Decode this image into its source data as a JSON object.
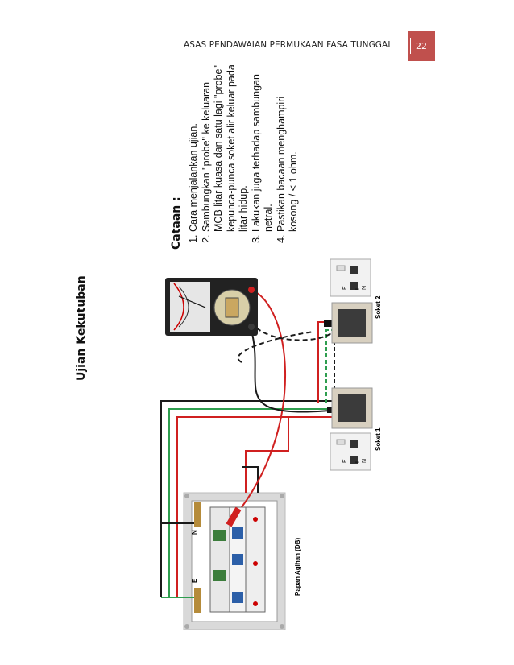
{
  "header": {
    "title": "ASAS PENDAWAIAN PERMUKAAN FASA TUNGGAL",
    "page_number": "22"
  },
  "section_title": "Ujian Kekutuban",
  "notes": {
    "title": "Cataan :",
    "items": [
      "Cara menjalankan ujian.",
      "Sambungkan \"probe\" ke keluaran MCB litar kuasa dan satu lagi \"probe\" kepunca-punca soket alir keluar pada litar hidup.",
      "Lakukan juga terhadap sambungan netral.",
      "Pastikan bacaan menghampiri kosong / < 1 ohm."
    ]
  },
  "diagram": {
    "socket1_label": "Soket 1",
    "socket2_label": "Soket 2",
    "db_label": "Papan Agihan (DB)",
    "terminal_n": "N",
    "terminal_e": "E",
    "socket_face_labels": [
      "E",
      "L",
      "N"
    ]
  }
}
